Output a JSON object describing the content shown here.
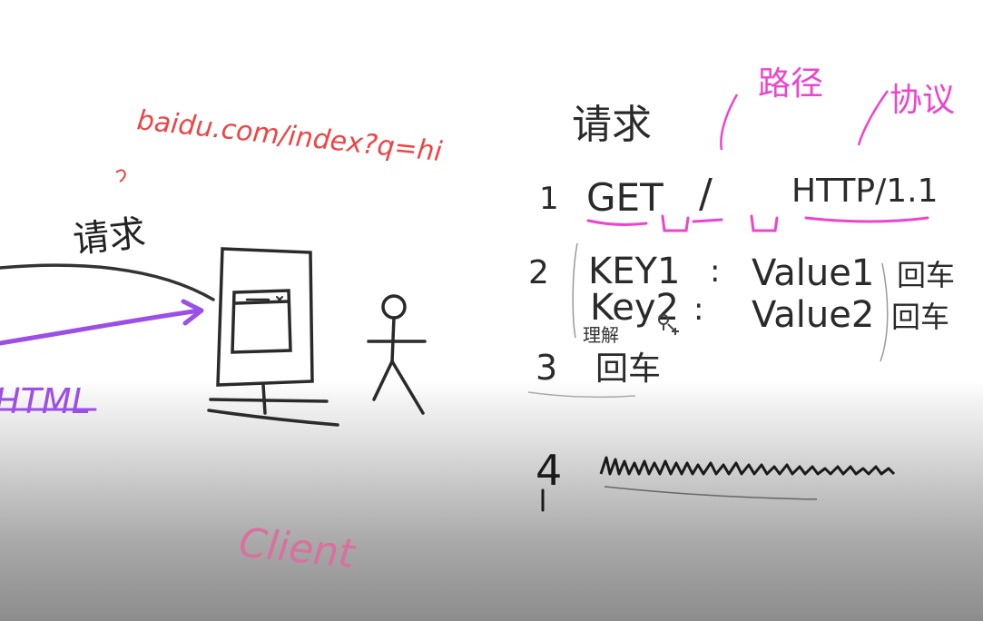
{
  "whiteboard": {
    "left": {
      "url": "baidu.com/index?q=hi",
      "request_label": "请求",
      "response_label": "HTML",
      "client_label": "Client"
    },
    "right": {
      "heading": "请求",
      "annotation_path": "路径",
      "annotation_protocol": "协议",
      "line1": {
        "num": "1",
        "method": "GET",
        "path": "/",
        "protocol": "HTTP/1.1"
      },
      "line2": {
        "num": "2",
        "key1": "KEY1",
        "colon": ":",
        "value1": "Value1",
        "crlf": "回车"
      },
      "line2b": {
        "key2": "Key2",
        "colon": ":",
        "value2": "Value2",
        "crlf": "回车",
        "note": "理解"
      },
      "line3": {
        "num": "3",
        "text": "回车"
      },
      "line4": {
        "num": "4"
      }
    },
    "colors": {
      "ink": "#222222",
      "red": "#ee4444",
      "pink": "#e26aa6",
      "purple": "#9b4fe6",
      "magenta": "#ee44cc"
    }
  }
}
